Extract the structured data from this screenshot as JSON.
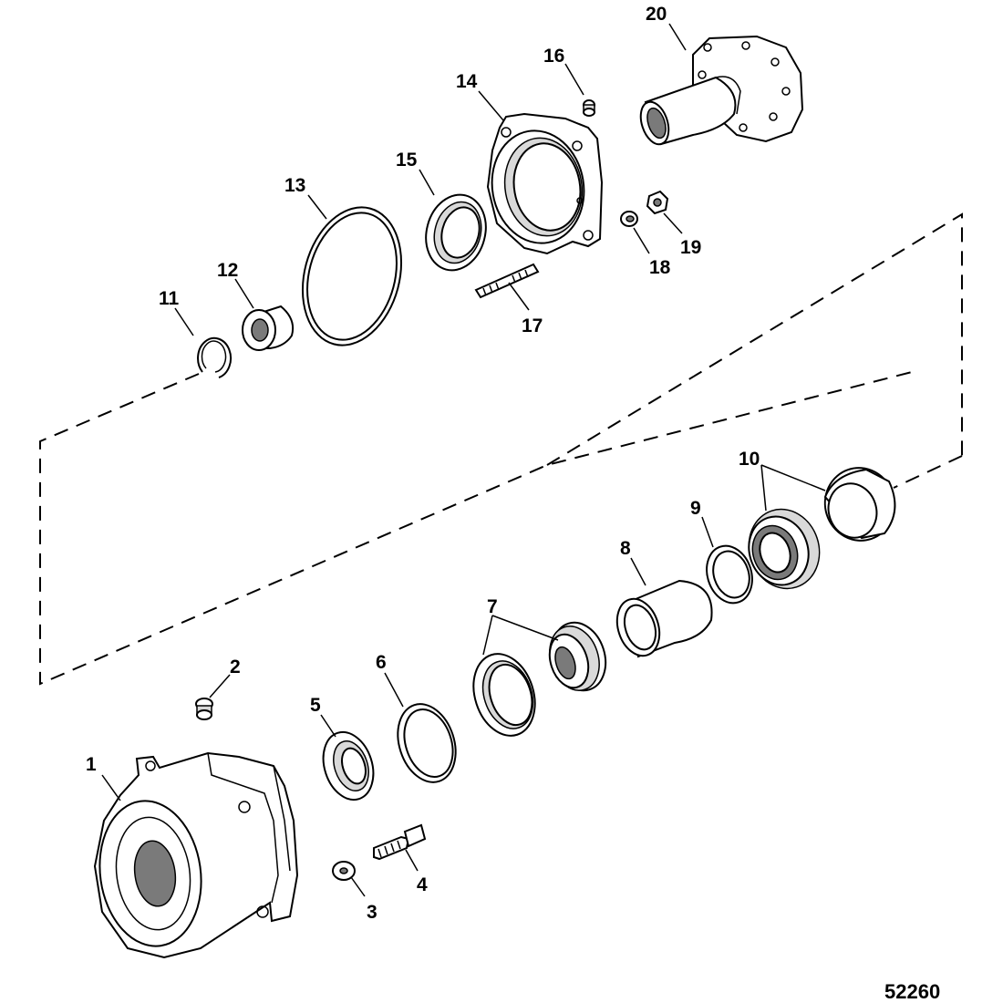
{
  "figure_number": "52260",
  "callouts": [
    {
      "id": "1",
      "label": "1"
    },
    {
      "id": "2",
      "label": "2"
    },
    {
      "id": "3",
      "label": "3"
    },
    {
      "id": "4",
      "label": "4"
    },
    {
      "id": "5",
      "label": "5"
    },
    {
      "id": "6",
      "label": "6"
    },
    {
      "id": "7",
      "label": "7"
    },
    {
      "id": "8",
      "label": "8"
    },
    {
      "id": "9",
      "label": "9"
    },
    {
      "id": "10",
      "label": "10"
    },
    {
      "id": "11",
      "label": "11"
    },
    {
      "id": "12",
      "label": "12"
    },
    {
      "id": "13",
      "label": "13"
    },
    {
      "id": "14",
      "label": "14"
    },
    {
      "id": "15",
      "label": "15"
    },
    {
      "id": "16",
      "label": "16"
    },
    {
      "id": "17",
      "label": "17"
    },
    {
      "id": "18",
      "label": "18"
    },
    {
      "id": "19",
      "label": "19"
    },
    {
      "id": "20",
      "label": "20"
    }
  ]
}
